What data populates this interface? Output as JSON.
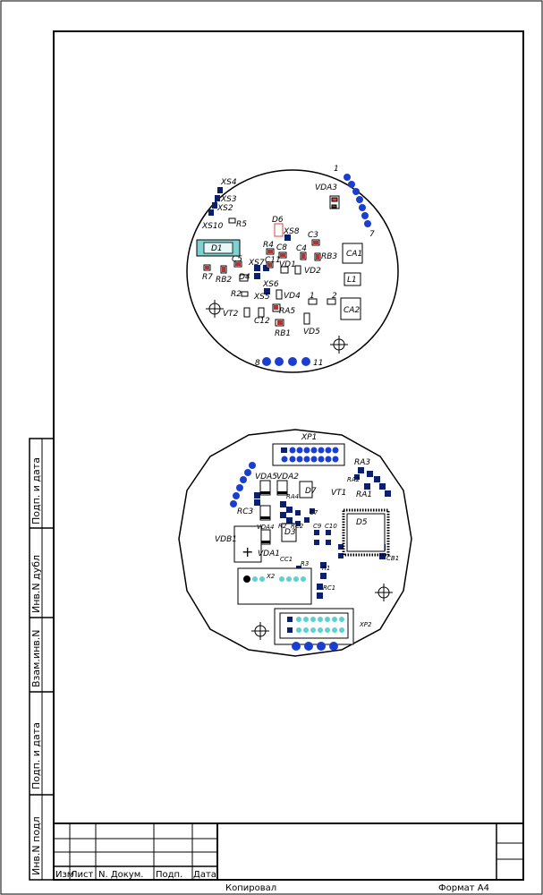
{
  "sheet": {
    "side_stamp": [
      "Инв.N подл",
      "Подп. и дата",
      "Взам.инв.N",
      "Инв.N дубл",
      "Подп. и дата"
    ],
    "title_block": [
      "Изм",
      "Лист",
      "N. Докум.",
      "Подп.",
      "Дата"
    ],
    "footer_left": "Копировал",
    "footer_right": "Формат А4"
  },
  "board_top": {
    "labels": [
      "XS4",
      "XS3",
      "XS2",
      "XS10",
      "R5",
      "D6",
      "XS8",
      "C3",
      "VDA3",
      "R4",
      "C8",
      "C4",
      "RB3",
      "CA1",
      "D1",
      "C5",
      "XS7",
      "C11",
      "VD1",
      "VD2",
      "R7",
      "RB2",
      "D4",
      "XS6",
      "L1",
      "R2",
      "XS5",
      "VD4",
      "VT2",
      "C12",
      "RA5",
      "CA2",
      "RB1",
      "VD5"
    ],
    "pins": [
      "1",
      "7",
      "1",
      "2",
      "8",
      "11"
    ]
  },
  "board_bottom": {
    "labels": [
      "XP1",
      "RA3",
      "VDA5",
      "VDA2",
      "RA2",
      "D7",
      "VT1",
      "RA1",
      "RC3",
      "RA4",
      "C7",
      "VDB1",
      "VDA4",
      "R2",
      "RC2",
      "D3",
      "C9",
      "C10",
      "D5",
      "VDA1",
      "CC1",
      "R3",
      "CB1",
      "R1",
      "X2",
      "RC1",
      "XP2"
    ]
  }
}
